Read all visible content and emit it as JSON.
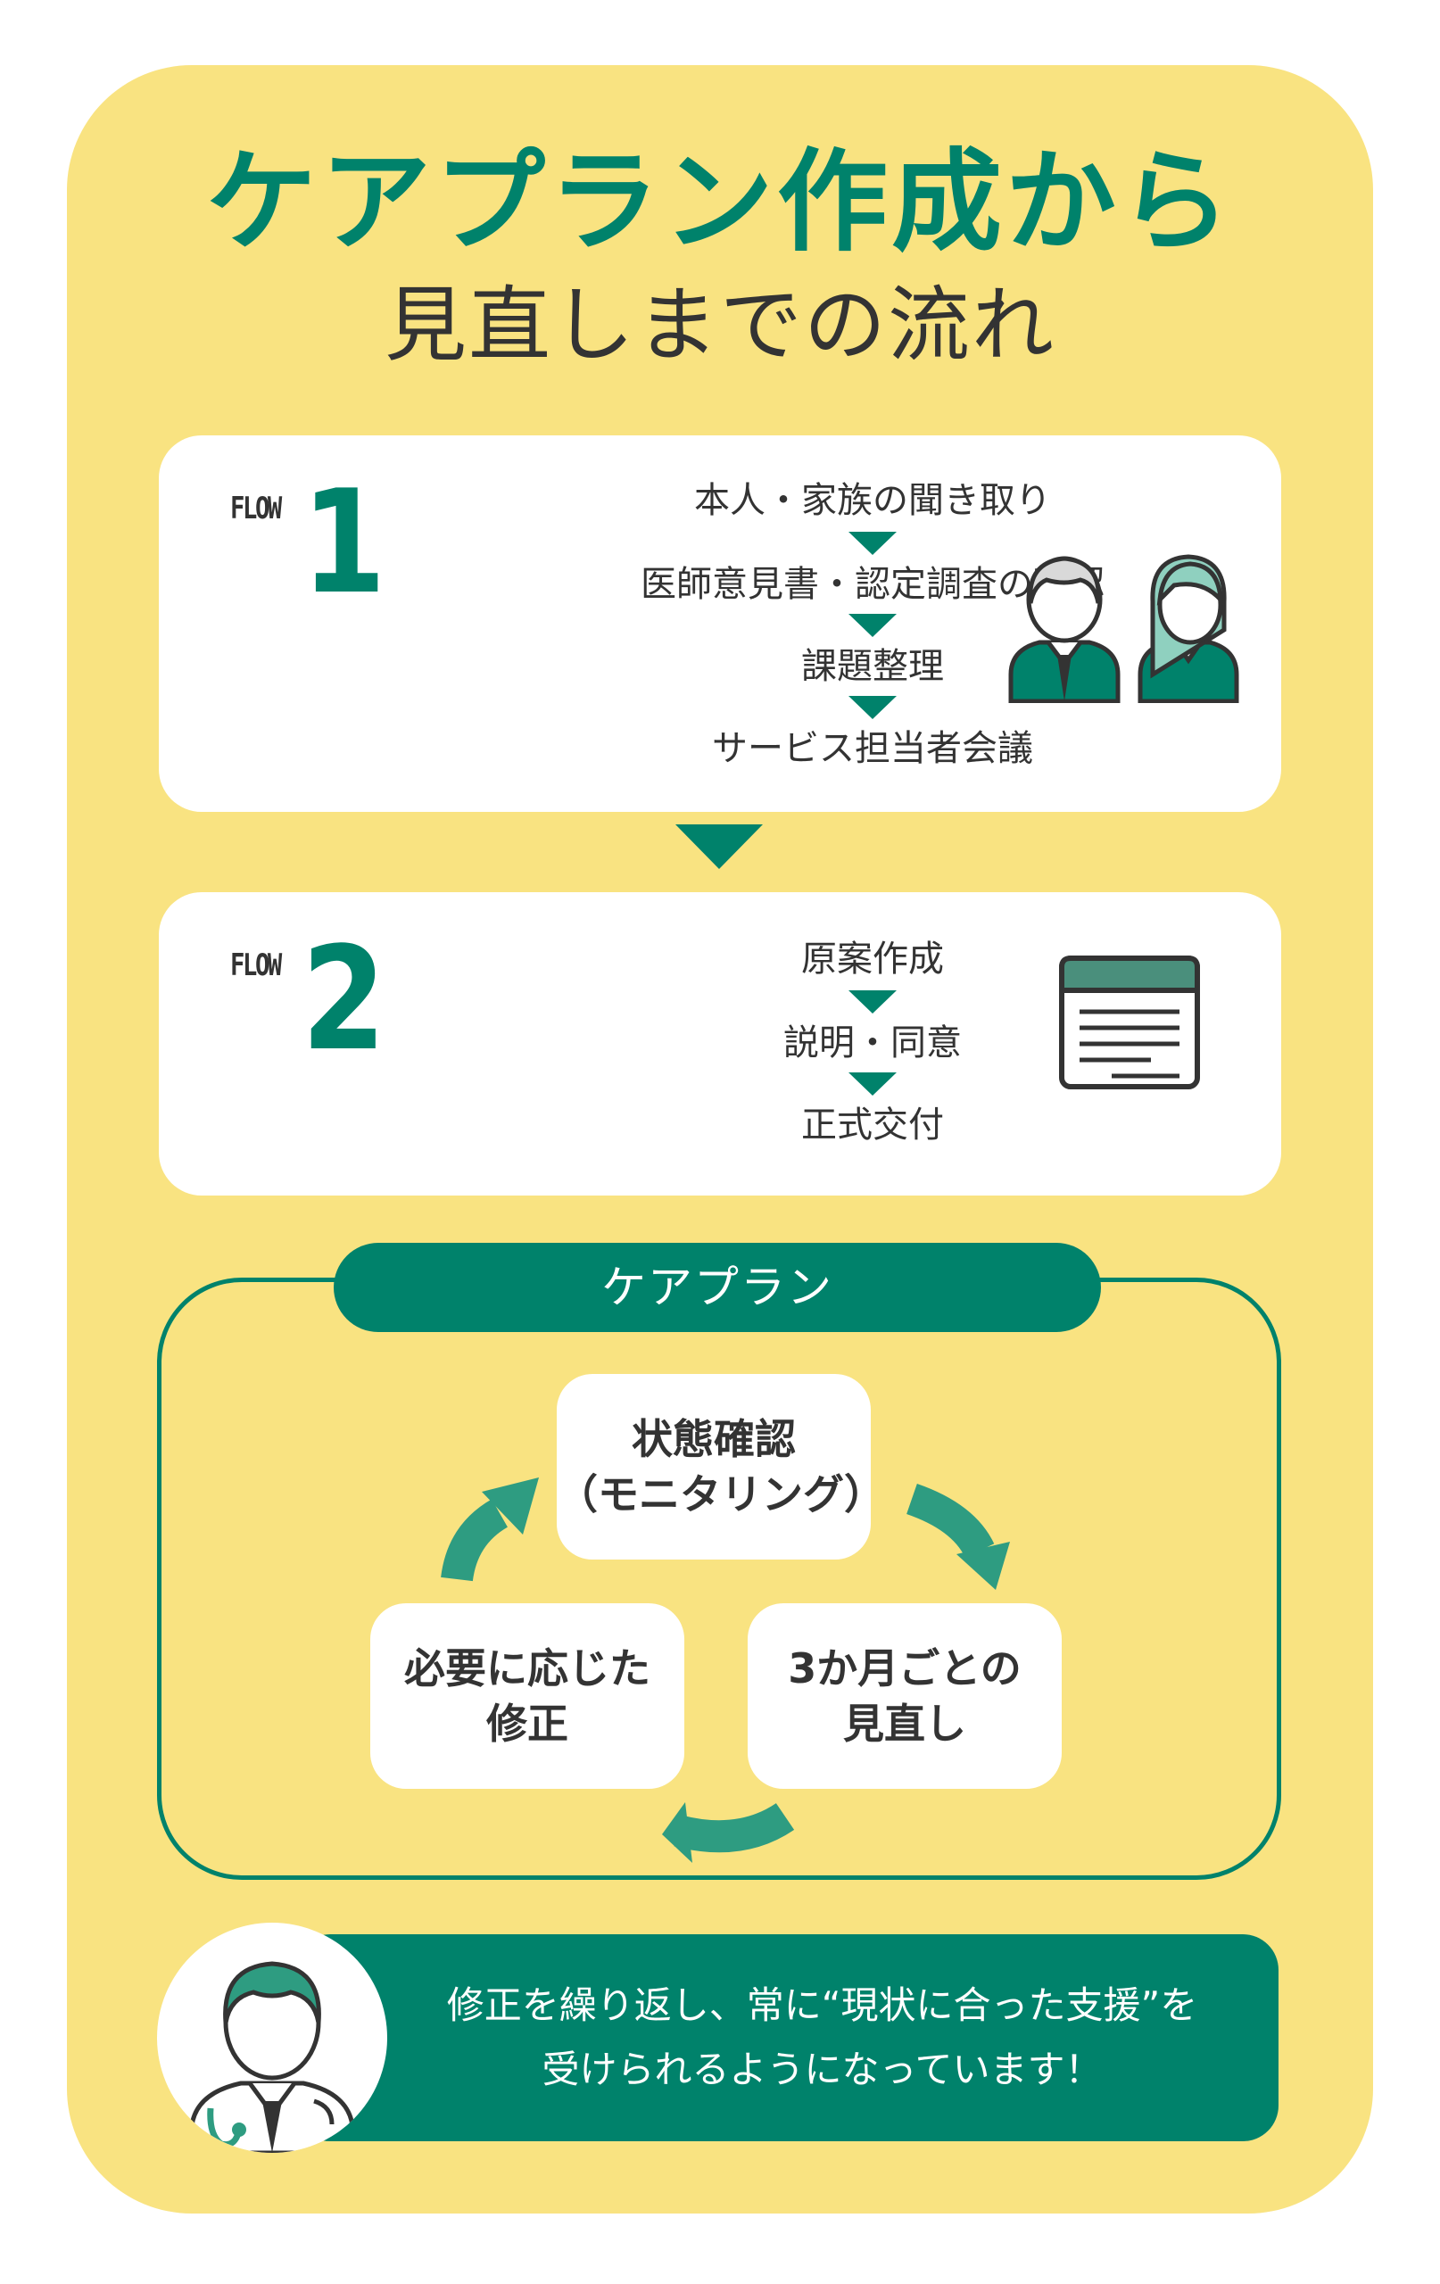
{
  "title": {
    "line1": "ケアプラン作成から",
    "line2": "見直しまでの流れ"
  },
  "flow1": {
    "label": "FLOW",
    "number": "1",
    "steps": [
      "本人・家族の聞き取り",
      "医師意見書・認定調査の確認",
      "課題整理",
      "サービス担当者会議"
    ]
  },
  "flow2": {
    "label": "FLOW",
    "number": "2",
    "steps": [
      "原案作成",
      "説明・同意",
      "正式交付"
    ]
  },
  "careplan": {
    "label": "ケアプラン",
    "nodes": {
      "top": [
        "状態確認",
        "（モニタリング）"
      ],
      "right": [
        "3か月ごとの",
        "見直し"
      ],
      "left": [
        "必要に応じた",
        "修正"
      ]
    }
  },
  "banner": {
    "line1": "修正を繰り返し、常に“現状に合った支援”を",
    "line2": "受けられるようになっています！"
  },
  "colors": {
    "panel": "#f9e381",
    "accent": "#00826b",
    "accent_light": "#2e9c81",
    "text": "#333333"
  },
  "icons": [
    "elderly-man-icon",
    "woman-icon",
    "document-icon",
    "cycle-arrow-icon",
    "doctor-icon"
  ]
}
